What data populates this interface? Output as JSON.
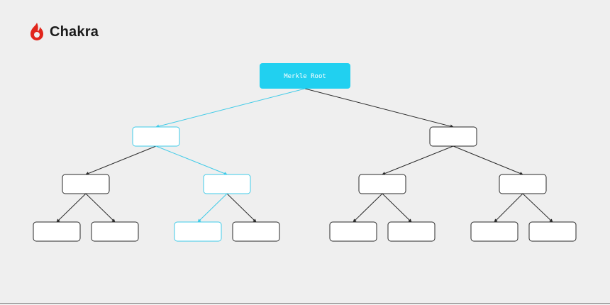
{
  "brand": {
    "name": "Chakra",
    "logo_color": "#e1251b"
  },
  "diagram": {
    "root_label": "Merkle Root",
    "colors": {
      "root_fill": "#21d0f0",
      "highlight": "#3fcbe8",
      "node_stroke": "#2a2a2a",
      "node_fill": "#ffffff",
      "edge": "#2b2b2b"
    },
    "levels": [
      {
        "level": 0,
        "nodes": [
          {
            "id": "root",
            "label": "Merkle Root",
            "highlight": true,
            "filled": true
          }
        ]
      },
      {
        "level": 1,
        "nodes": [
          {
            "id": "n1",
            "label": "",
            "highlight": true
          },
          {
            "id": "n2",
            "label": "",
            "highlight": false
          }
        ]
      },
      {
        "level": 2,
        "nodes": [
          {
            "id": "n3",
            "label": "",
            "highlight": false
          },
          {
            "id": "n4",
            "label": "",
            "highlight": true
          },
          {
            "id": "n5",
            "label": "",
            "highlight": false
          },
          {
            "id": "n6",
            "label": "",
            "highlight": false
          }
        ]
      },
      {
        "level": 3,
        "nodes": [
          {
            "id": "l1",
            "label": "",
            "highlight": false
          },
          {
            "id": "l2",
            "label": "",
            "highlight": false
          },
          {
            "id": "l3",
            "label": "",
            "highlight": true
          },
          {
            "id": "l4",
            "label": "",
            "highlight": false
          },
          {
            "id": "l5",
            "label": "",
            "highlight": false
          },
          {
            "id": "l6",
            "label": "",
            "highlight": false
          },
          {
            "id": "l7",
            "label": "",
            "highlight": false
          },
          {
            "id": "l8",
            "label": "",
            "highlight": false
          }
        ]
      }
    ],
    "edges": [
      {
        "from": "root",
        "to": "n1",
        "highlight": true
      },
      {
        "from": "root",
        "to": "n2",
        "highlight": false
      },
      {
        "from": "n1",
        "to": "n3",
        "highlight": false
      },
      {
        "from": "n1",
        "to": "n4",
        "highlight": true
      },
      {
        "from": "n2",
        "to": "n5",
        "highlight": false
      },
      {
        "from": "n2",
        "to": "n6",
        "highlight": false
      },
      {
        "from": "n3",
        "to": "l1",
        "highlight": false
      },
      {
        "from": "n3",
        "to": "l2",
        "highlight": false
      },
      {
        "from": "n4",
        "to": "l3",
        "highlight": true
      },
      {
        "from": "n4",
        "to": "l4",
        "highlight": false
      },
      {
        "from": "n5",
        "to": "l5",
        "highlight": false
      },
      {
        "from": "n5",
        "to": "l6",
        "highlight": false
      },
      {
        "from": "n6",
        "to": "l7",
        "highlight": false
      },
      {
        "from": "n6",
        "to": "l8",
        "highlight": false
      }
    ]
  }
}
